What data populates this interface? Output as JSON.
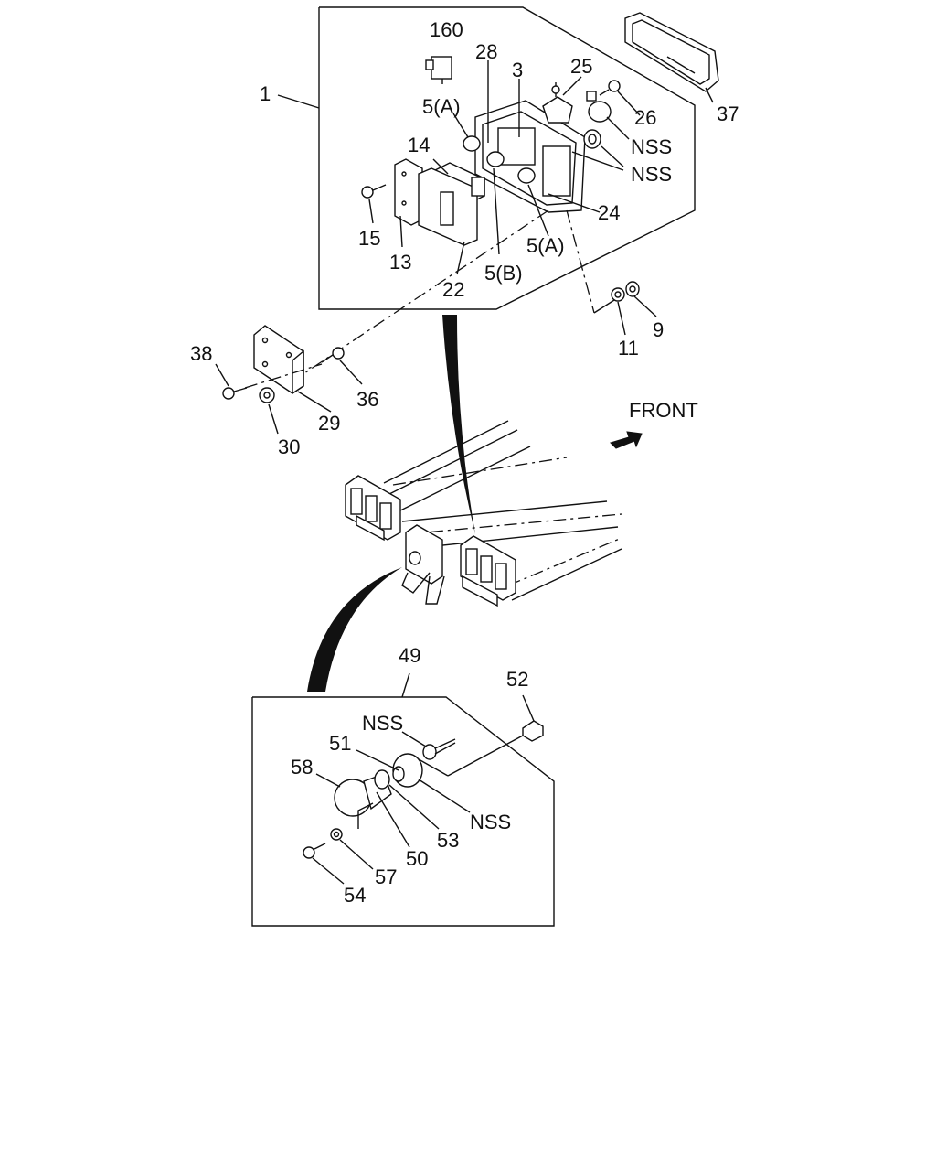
{
  "direction_label": "FRONT",
  "callouts": {
    "c1": "1",
    "c160": "160",
    "c28": "28",
    "c3": "3",
    "c25": "25",
    "c26": "26",
    "c37": "37",
    "c5a_top": "5(A)",
    "c14": "14",
    "c_nss_1": "NSS",
    "c_nss_2": "NSS",
    "c24": "24",
    "c15": "15",
    "c13": "13",
    "c22": "22",
    "c5b": "5(B)",
    "c5a_bot": "5(A)",
    "c9": "9",
    "c11": "11",
    "c38": "38",
    "c36": "36",
    "c29": "29",
    "c30": "30",
    "c49": "49",
    "c52": "52",
    "c_nss_3": "NSS",
    "c51": "51",
    "c58": "58",
    "c_nss_4": "NSS",
    "c53": "53",
    "c50": "50",
    "c57": "57",
    "c54": "54"
  }
}
